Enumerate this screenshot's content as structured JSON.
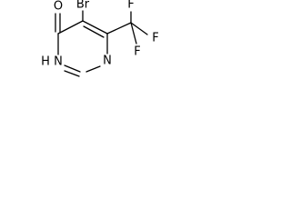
{
  "molecule": {
    "atoms": {
      "oxygen": "O",
      "bromine": "Br",
      "nh": "N",
      "nh_hydrogen": "H",
      "ring_nitrogen": "N",
      "fluorine_top": "F",
      "fluorine_right": "F",
      "fluorine_bottom": "F"
    },
    "colors": {
      "bond": "#000000",
      "label": "#000000",
      "background": "#ffffff"
    }
  }
}
